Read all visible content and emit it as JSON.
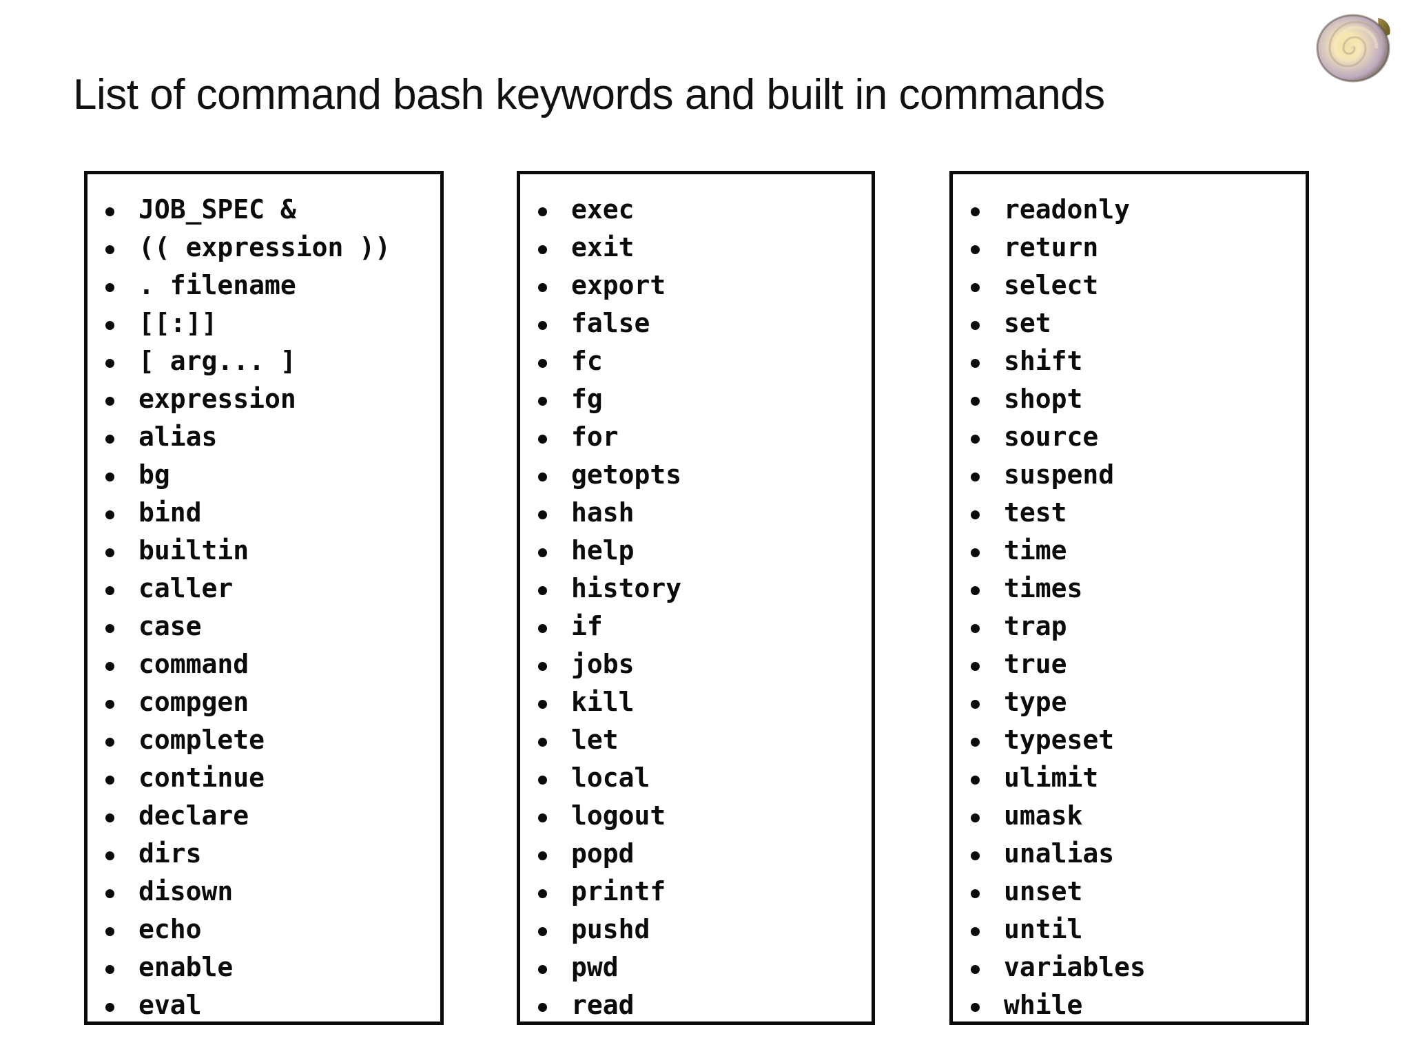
{
  "slide": {
    "title": "List of command bash keywords and built in commands",
    "background_color": "#ffffff",
    "text_color": "#0b0b0b"
  },
  "logo": {
    "name": "nautilus-spiral-logo",
    "colors": {
      "outer": "#6b6050",
      "mid": "#c9b7c9",
      "highlight": "#f7e6b0",
      "core": "#efe0a8",
      "tab": "#7d6a32"
    }
  },
  "columns": [
    {
      "id": "column-1",
      "items": [
        "JOB_SPEC &",
        "(( expression ))",
        ". filename",
        "[[:]]",
        "[ arg... ]",
        "expression",
        "alias",
        "bg",
        "bind",
        "builtin",
        "caller",
        "case",
        "command",
        "compgen",
        "complete",
        "continue",
        "declare",
        "dirs",
        "disown",
        "echo",
        "enable",
        "eval"
      ]
    },
    {
      "id": "column-2",
      "items": [
        "exec",
        "exit",
        "export",
        "false",
        "fc",
        "fg",
        "for",
        "getopts",
        "hash",
        "help",
        "history",
        "if",
        "jobs",
        "kill",
        "let",
        "local",
        "logout",
        "popd",
        "printf",
        "pushd",
        "pwd",
        "read"
      ]
    },
    {
      "id": "column-3",
      "items": [
        "readonly",
        "return",
        "select",
        "set",
        "shift",
        "shopt",
        "source",
        "suspend",
        "test",
        "time",
        "times",
        "trap",
        "true",
        "type",
        "typeset",
        "ulimit",
        "umask",
        "unalias",
        "unset",
        "until",
        "variables",
        "while"
      ]
    }
  ]
}
